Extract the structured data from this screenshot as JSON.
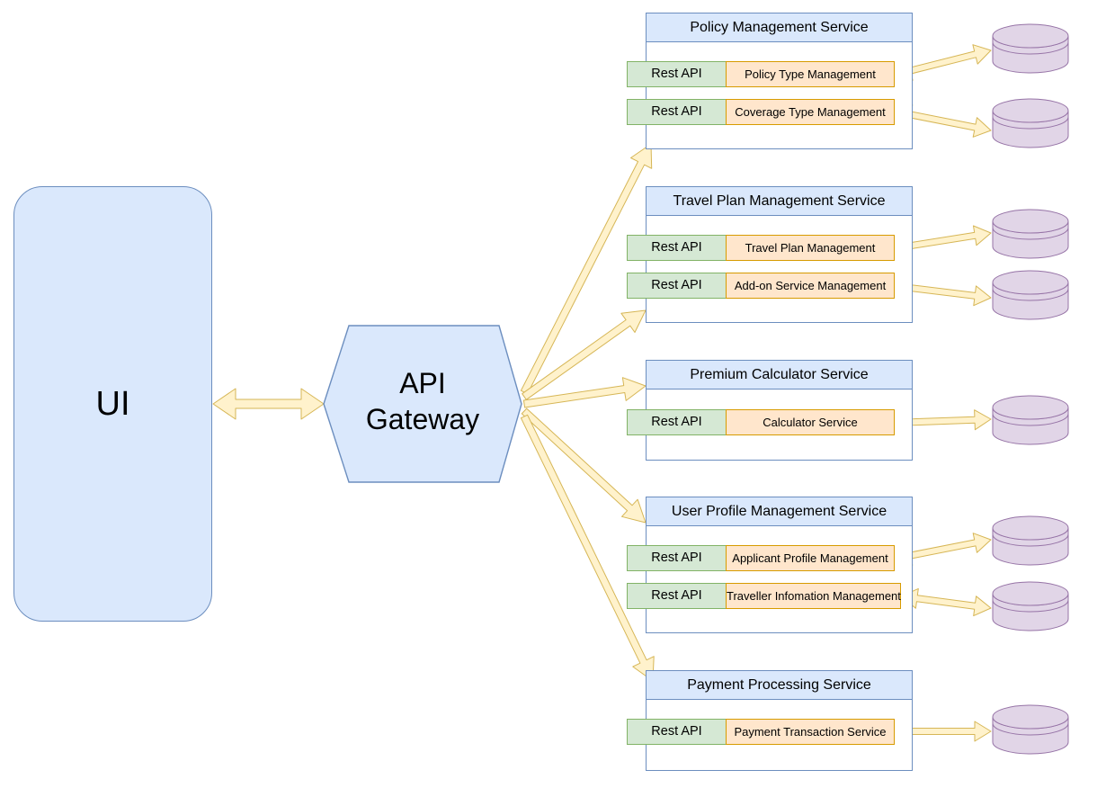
{
  "ui": {
    "label": "UI"
  },
  "gateway": {
    "label_line1": "API",
    "label_line2": "Gateway"
  },
  "services": [
    {
      "title": "Policy Management Service",
      "apis": [
        {
          "api": "Rest API",
          "component": "Policy Type Management"
        },
        {
          "api": "Rest API",
          "component": "Coverage Type Management"
        }
      ]
    },
    {
      "title": "Travel Plan Management Service",
      "apis": [
        {
          "api": "Rest API",
          "component": "Travel Plan Management"
        },
        {
          "api": "Rest API",
          "component": "Add-on Service Management"
        }
      ]
    },
    {
      "title": "Premium Calculator Service",
      "apis": [
        {
          "api": "Rest API",
          "component": "Calculator Service"
        }
      ]
    },
    {
      "title": "User Profile Management Service",
      "apis": [
        {
          "api": "Rest API",
          "component": "Applicant Profile Management"
        },
        {
          "api": "Rest API",
          "component": "Traveller Infomation Management"
        }
      ]
    },
    {
      "title": "Payment Processing Service",
      "apis": [
        {
          "api": "Rest API",
          "component": "Payment Transaction Service"
        }
      ]
    }
  ],
  "colors": {
    "ui_fill": "#dae8fc",
    "ui_stroke": "#6c8ebf",
    "rest_fill": "#d5e8d4",
    "rest_stroke": "#82b366",
    "component_fill": "#ffe6cc",
    "component_stroke": "#d79b00",
    "arrow_fill": "#fff2cc",
    "arrow_stroke": "#d6b656",
    "database_fill": "#e1d5e7",
    "database_stroke": "#9673a6"
  }
}
